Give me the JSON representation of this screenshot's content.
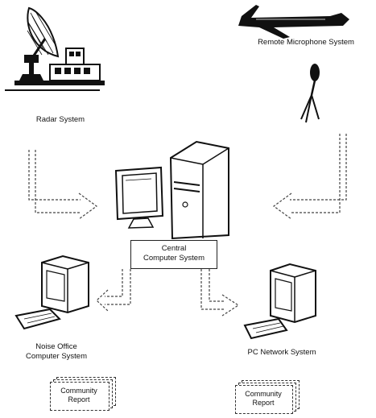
{
  "diagram": {
    "nodes": {
      "radar": {
        "label": "Radar System",
        "icon": "radar-dish-icon"
      },
      "microphone": {
        "label": "Remote Microphone System",
        "icon": "airplane-icon"
      },
      "central": {
        "label_line1": "Central",
        "label_line2": "Computer System",
        "icon": "desktop-computer-icon"
      },
      "noise_office": {
        "label_line1": "Noise Office",
        "label_line2": "Computer System",
        "icon": "workstation-icon"
      },
      "pc_network": {
        "label": "PC Network System",
        "icon": "workstation-icon"
      },
      "report_left": {
        "label_line1": "Community",
        "label_line2": "Report"
      },
      "report_right": {
        "label_line1": "Community",
        "label_line2": "Report"
      }
    },
    "edges": [
      {
        "from": "radar",
        "to": "central"
      },
      {
        "from": "microphone",
        "to": "central"
      },
      {
        "from": "central",
        "to": "noise_office"
      },
      {
        "from": "central",
        "to": "pc_network"
      }
    ]
  }
}
